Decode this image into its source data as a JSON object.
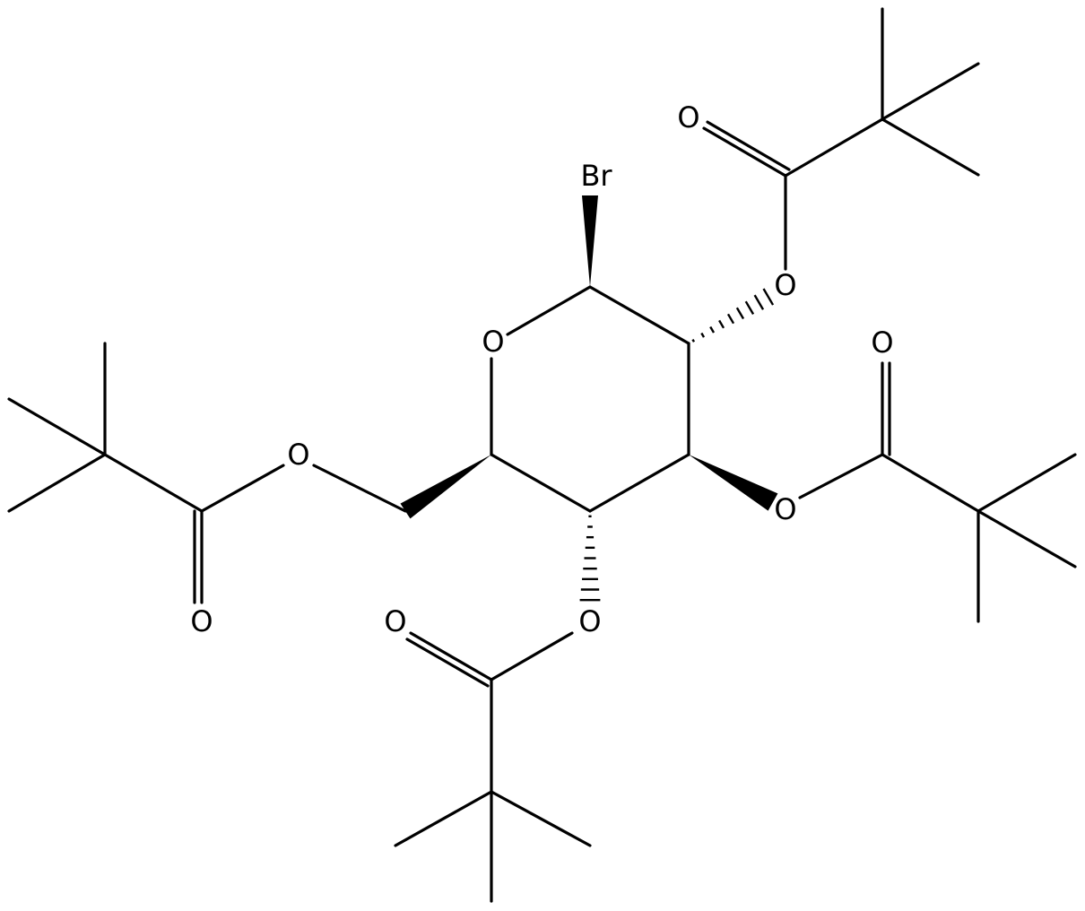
{
  "molecule": {
    "atom_labels": {
      "br": "Br",
      "o_ring": "O",
      "o_c2": "O",
      "o_c2_carbonyl": "O",
      "o_c3": "O",
      "o_c3_carbonyl": "O",
      "o_c4": "O",
      "o_c4_carbonyl": "O",
      "o_c6": "O",
      "o_c6_carbonyl": "O"
    },
    "colors": {
      "bond": "#000000",
      "background": "#ffffff"
    }
  }
}
